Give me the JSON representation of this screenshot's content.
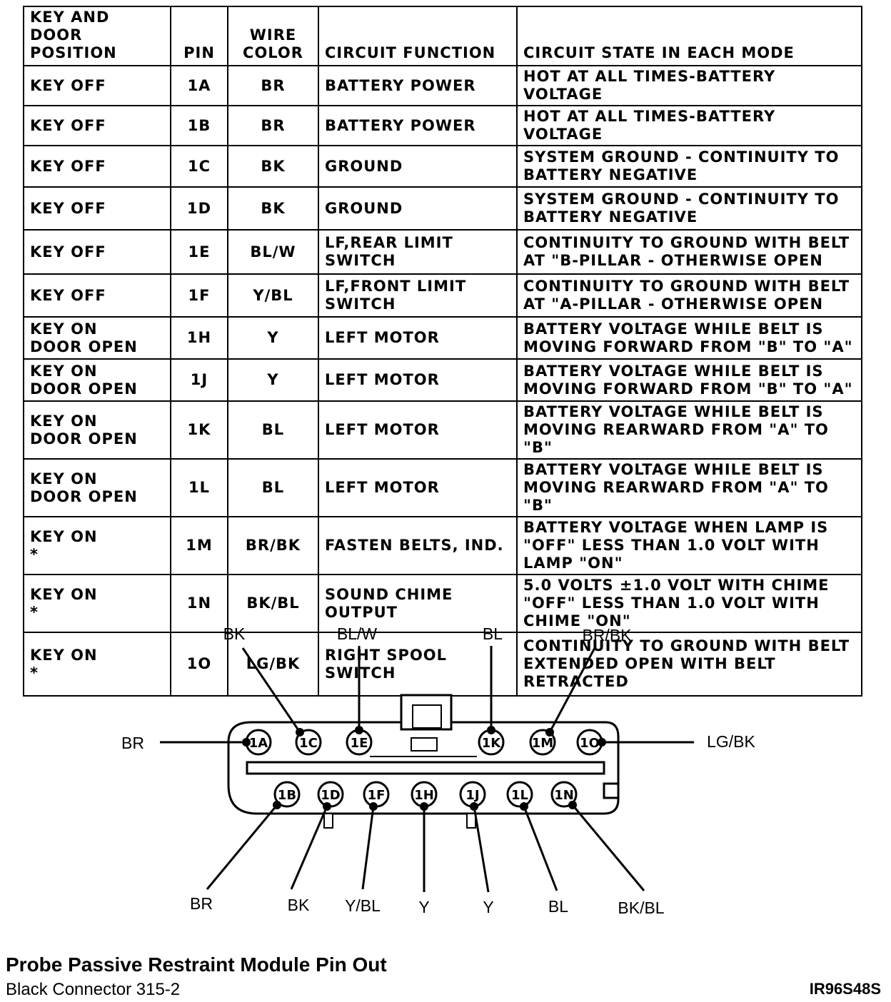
{
  "table": {
    "headers": {
      "position": "KEY AND DOOR POSITION",
      "pin": "PIN",
      "wire_color": "WIRE COLOR",
      "circuit_function": "CIRCUIT FUNCTION",
      "circuit_state": "CIRCUIT STATE IN EACH MODE"
    },
    "rows": [
      {
        "position": "KEY OFF",
        "pin": "1A",
        "wire": "BR",
        "function": "BATTERY POWER",
        "state": "HOT AT ALL TIMES-BATTERY VOLTAGE"
      },
      {
        "position": "KEY OFF",
        "pin": "1B",
        "wire": "BR",
        "function": "BATTERY POWER",
        "state": "HOT AT ALL TIMES-BATTERY VOLTAGE"
      },
      {
        "position": "KEY OFF",
        "pin": "1C",
        "wire": "BK",
        "function": "GROUND",
        "state": "SYSTEM GROUND - CONTINUITY TO BATTERY NEGATIVE"
      },
      {
        "position": "KEY OFF",
        "pin": "1D",
        "wire": "BK",
        "function": "GROUND",
        "state": "SYSTEM GROUND - CONTINUITY TO BATTERY NEGATIVE"
      },
      {
        "position": "KEY OFF",
        "pin": "1E",
        "wire": "BL/W",
        "function": "LF,REAR LIMIT SWITCH",
        "state": "CONTINUITY TO GROUND WITH BELT AT \"B-PILLAR - OTHERWISE OPEN"
      },
      {
        "position": "KEY OFF",
        "pin": "1F",
        "wire": "Y/BL",
        "function": "LF,FRONT LIMIT SWITCH",
        "state": "CONTINUITY TO GROUND WITH BELT AT \"A-PILLAR - OTHERWISE OPEN"
      },
      {
        "position": "KEY ON\nDOOR OPEN",
        "pin": "1H",
        "wire": "Y",
        "function": "LEFT MOTOR",
        "state": "BATTERY VOLTAGE WHILE BELT IS MOVING FORWARD FROM \"B\" TO \"A\""
      },
      {
        "position": "KEY ON\nDOOR OPEN",
        "pin": "1J",
        "wire": "Y",
        "function": "LEFT MOTOR",
        "state": "BATTERY VOLTAGE WHILE BELT IS MOVING FORWARD FROM \"B\" TO \"A\""
      },
      {
        "position": "KEY ON\nDOOR OPEN",
        "pin": "1K",
        "wire": "BL",
        "function": "LEFT MOTOR",
        "state": "BATTERY VOLTAGE WHILE BELT IS MOVING REARWARD FROM \"A\" TO \"B\""
      },
      {
        "position": "KEY ON\nDOOR OPEN",
        "pin": "1L",
        "wire": "BL",
        "function": "LEFT MOTOR",
        "state": "BATTERY VOLTAGE WHILE BELT IS MOVING REARWARD FROM \"A\" TO \"B\""
      },
      {
        "position": "KEY ON\n*",
        "pin": "1M",
        "wire": "BR/BK",
        "function": "FASTEN BELTS, IND.",
        "state": "BATTERY VOLTAGE WHEN LAMP IS \"OFF\" LESS THAN 1.0 VOLT WITH LAMP \"ON\""
      },
      {
        "position": "KEY ON\n*",
        "pin": "1N",
        "wire": "BK/BL",
        "function": "SOUND CHIME OUTPUT",
        "state": "5.0 VOLTS ±1.0 VOLT WITH CHIME \"OFF\" LESS THAN 1.0 VOLT WITH CHIME \"ON\""
      },
      {
        "position": "KEY ON\n*",
        "pin": "1O",
        "wire": "LG/BK",
        "function": "RIGHT SPOOL SWITCH",
        "state": "CONTINUITY TO GROUND WITH BELT EXTENDED OPEN WITH BELT RETRACTED"
      }
    ]
  },
  "diagram": {
    "top_pins": [
      "1A",
      "1C",
      "1E",
      "1K",
      "1M",
      "1O"
    ],
    "bottom_pins": [
      "1B",
      "1D",
      "1F",
      "1H",
      "1J",
      "1L",
      "1N"
    ],
    "labels": {
      "BR_top": "BR",
      "BK_top": "BK",
      "BLW_top": "BL/W",
      "BL_top": "BL",
      "BRBK_top": "BR/BK",
      "LGBK": "LG/BK",
      "BR_bottom": "BR",
      "BK_bottom": "BK",
      "YBL_bottom": "Y/BL",
      "Y1_bottom": "Y",
      "Y2_bottom": "Y",
      "BL_bottom": "BL",
      "BKBL_bottom": "BK/BL"
    }
  },
  "caption": {
    "title": "Probe Passive Restraint Module Pin Out",
    "subtitle": "Black Connector 315-2",
    "code": "IR96S48S"
  }
}
